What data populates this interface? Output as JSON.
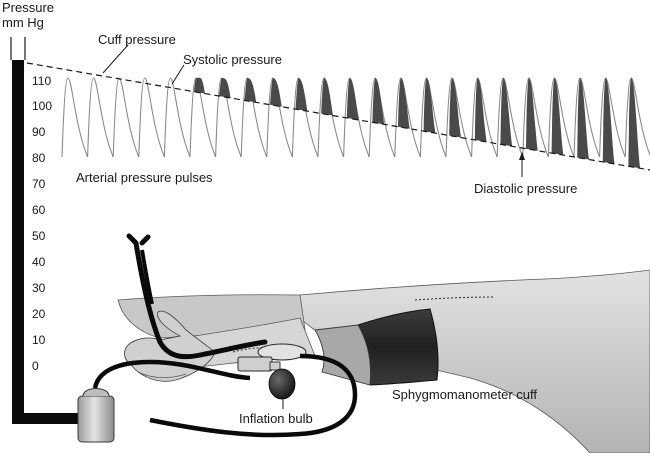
{
  "axis": {
    "title_line1": "Pressure",
    "title_line2": "mm Hg",
    "ticks": [
      "110",
      "100",
      "90",
      "80",
      "70",
      "60",
      "50",
      "40",
      "30",
      "20",
      "10",
      "0"
    ]
  },
  "labels": {
    "cuff_pressure": "Cuff pressure",
    "systolic_pressure": "Systolic pressure",
    "arterial_pulses": "Arterial pressure pulses",
    "diastolic_pressure": "Diastolic pressure",
    "sphygmomanometer_cuff": "Sphygmomanometer cuff",
    "inflation_bulb": "Inflation bulb"
  },
  "colors": {
    "ink": "#1a1a1a",
    "pulse_line": "#8a8a8a",
    "pulse_fill": "#4a4a4a",
    "skin": "#cfcfcf",
    "cuff": "#2e2e2e"
  }
}
